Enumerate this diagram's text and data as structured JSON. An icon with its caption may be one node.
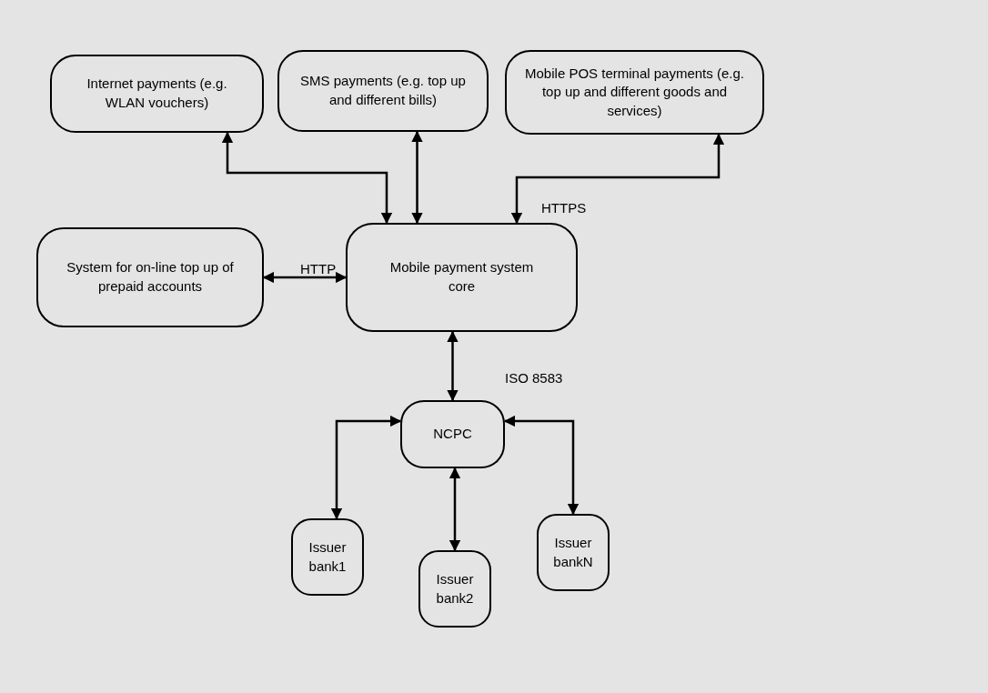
{
  "diagram": {
    "nodes": [
      {
        "text": [
          "Internet payments (e.g. WLAN vouchers)"
        ]
      },
      {
        "text": [
          "SMS payments (e.g. top up and different bills)"
        ]
      },
      {
        "text": [
          "Mobile POS terminal payments (e.g. top up and different goods and services)"
        ]
      },
      {
        "text": [
          "System for on-line top up of prepaid accounts"
        ]
      },
      {
        "text": [
          "Mobile payment  system core"
        ]
      },
      {
        "text": [
          "NCPC"
        ]
      },
      {
        "text": [
          "Issuer bank1"
        ]
      },
      {
        "text": [
          "Issuer bank2"
        ]
      },
      {
        "text": [
          "Issuer bankN"
        ]
      }
    ],
    "edges": [
      {
        "from": 0,
        "to": 4,
        "arrow": "both"
      },
      {
        "from": 1,
        "to": 4,
        "arrow": "both"
      },
      {
        "from": 2,
        "to": 4,
        "arrow": "both",
        "label": "HTTPS"
      },
      {
        "from": 3,
        "to": 4,
        "arrow": "both",
        "label": "HTTP"
      },
      {
        "from": 4,
        "to": 5,
        "arrow": "both",
        "label": "ISO 8583"
      },
      {
        "from": 5,
        "to": 6,
        "arrow": "both"
      },
      {
        "from": 5,
        "to": 7,
        "arrow": "both"
      },
      {
        "from": 5,
        "to": 8,
        "arrow": "both"
      }
    ]
  }
}
